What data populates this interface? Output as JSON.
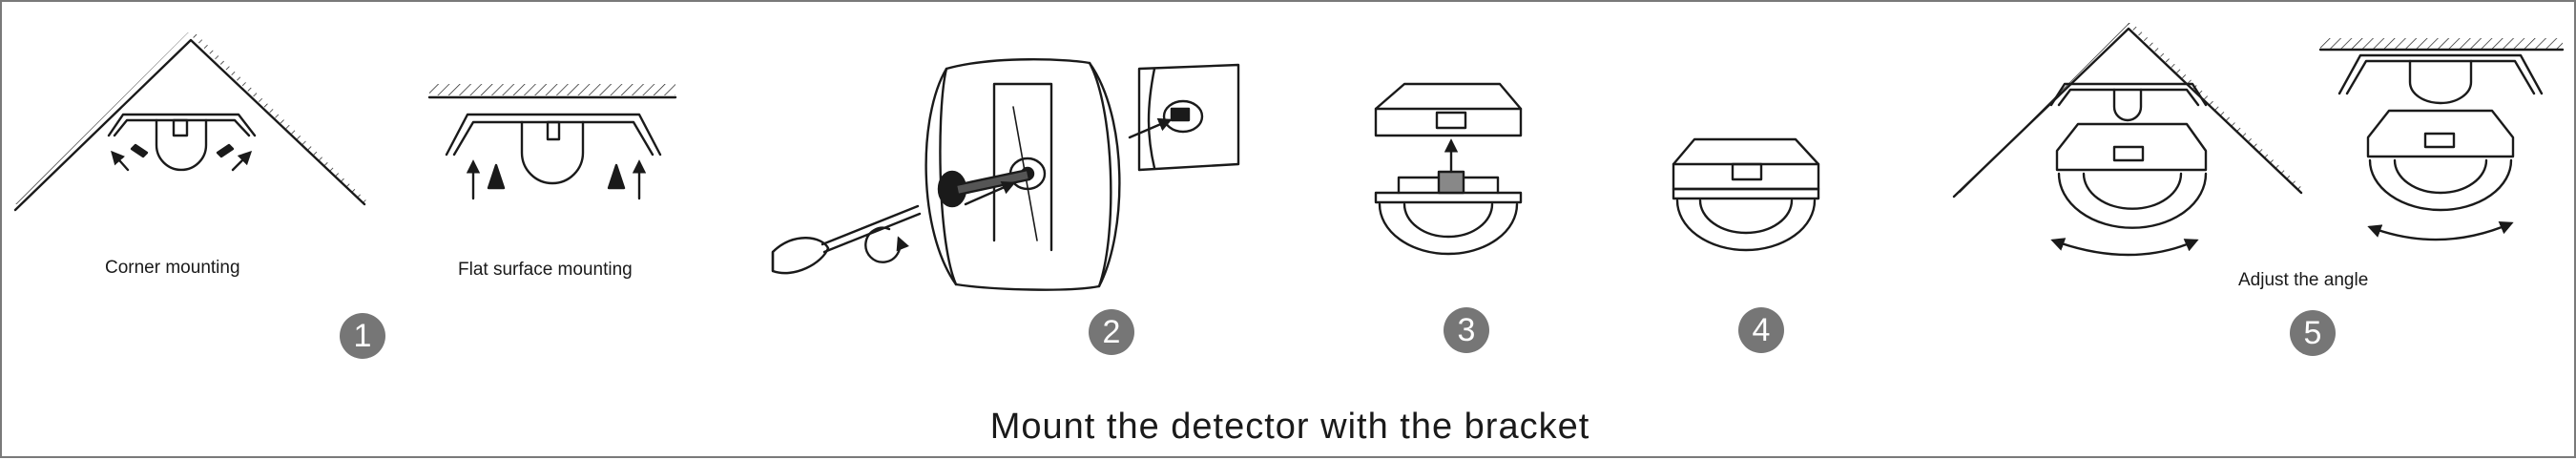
{
  "title": "Mount the detector with the bracket",
  "steps": [
    {
      "number": "1",
      "labels": [
        "Corner mounting",
        "Flat surface mounting"
      ]
    },
    {
      "number": "2",
      "labels": []
    },
    {
      "number": "3",
      "labels": []
    },
    {
      "number": "4",
      "labels": []
    },
    {
      "number": "5",
      "labels": [
        "Adjust the angle"
      ]
    }
  ],
  "icons": [
    "screwdriver-icon",
    "screw-icon",
    "arrow-icon",
    "rotation-arrow-icon"
  ],
  "colors": {
    "line": "#1a1a1a",
    "badge": "#767676",
    "border": "#7a7a7a"
  }
}
